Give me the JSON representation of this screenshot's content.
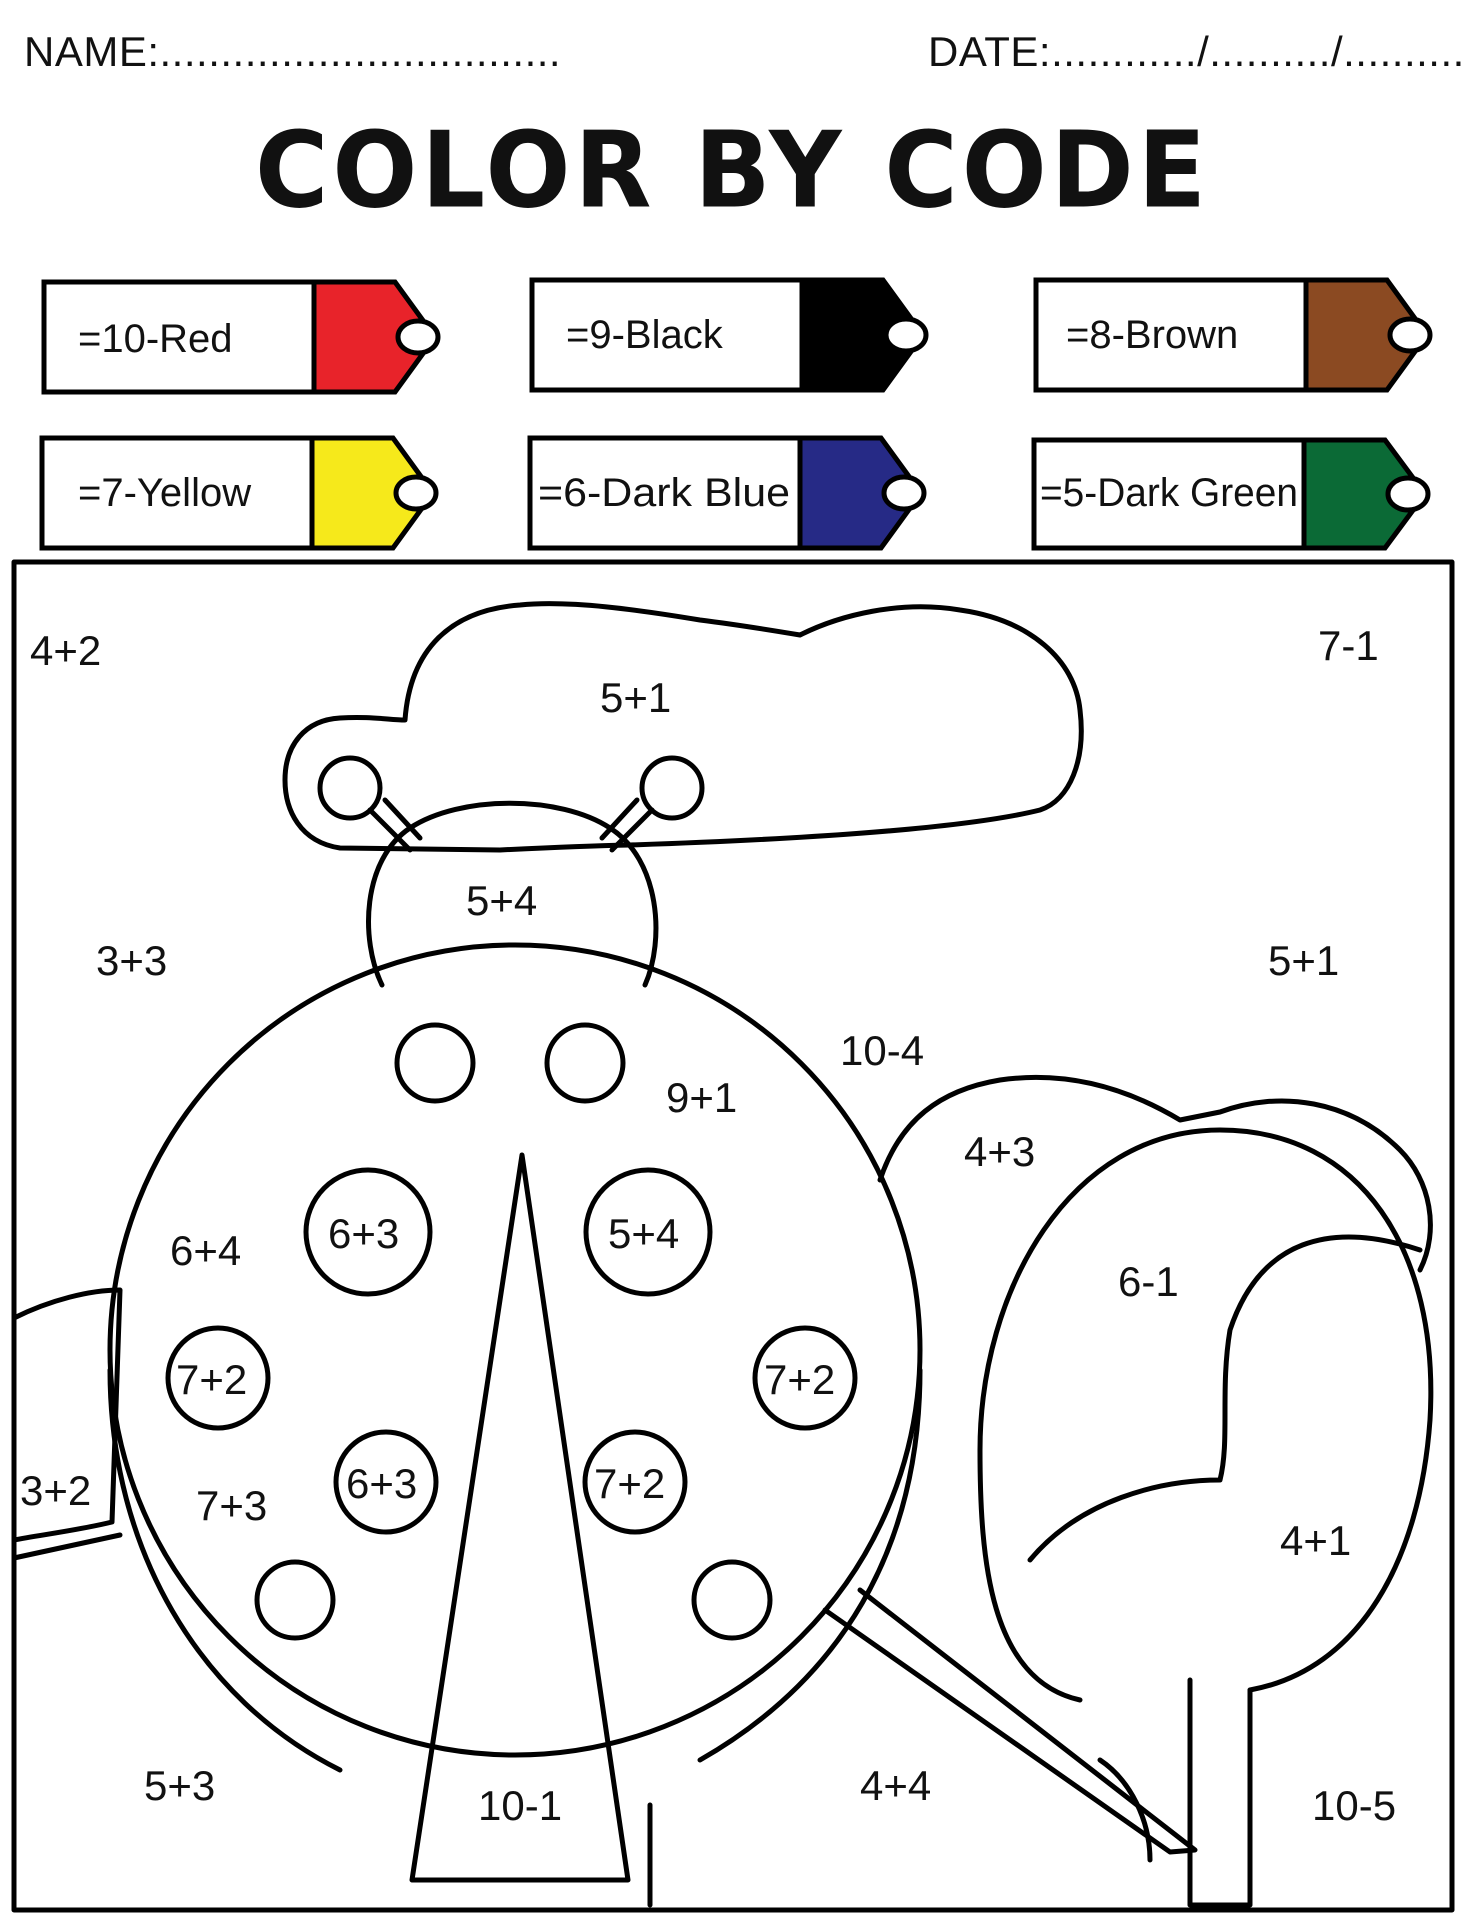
{
  "header": {
    "name_label": "NAME:.................................",
    "date_label": "DATE:............/........../............"
  },
  "title": "COLOR BY CODE",
  "color_key": [
    {
      "label": "=10-Red",
      "color": "#e8232a"
    },
    {
      "label": "=9-Black",
      "color": "#000000"
    },
    {
      "label": "=8-Brown",
      "color": "#8b4a22"
    },
    {
      "label": "=7-Yellow",
      "color": "#f6e91b"
    },
    {
      "label": "=6-Dark Blue",
      "color": "#262a86"
    },
    {
      "label": "=5-Dark Green",
      "color": "#0b6a36"
    }
  ],
  "puzzle": {
    "sky_left_top": "4+2",
    "sky_right_top": "7-1",
    "cloud": "5+1",
    "sky_left_mid": "3+3",
    "sky_right_mid": "5+1",
    "head": "5+4",
    "sky_center": "10-4",
    "shell_right_top": "9+1",
    "bush": "4+3",
    "tree_top": "6-1",
    "shell_left": "6+4",
    "spot_a": "6+3",
    "spot_b": "5+4",
    "spot_c": "7+2",
    "spot_d": "7+2",
    "spot_e": "6+3",
    "spot_f": "7+2",
    "ground_left": "3+2",
    "shell_left_low": "7+3",
    "tree_bottom": "4+1",
    "ground_bottom_left": "5+3",
    "wing_split": "10-1",
    "ground_bottom_mid": "4+4",
    "trunk": "10-5"
  }
}
